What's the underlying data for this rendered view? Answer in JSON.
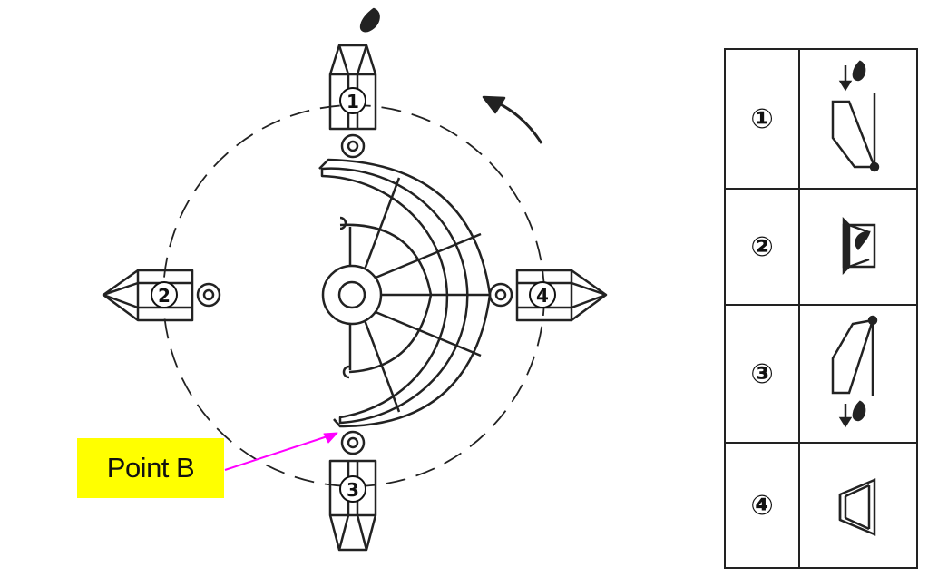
{
  "labels": {
    "point_b": "Point B"
  },
  "stations": [
    {
      "id": 1,
      "glyph": "①"
    },
    {
      "id": 2,
      "glyph": "②"
    },
    {
      "id": 3,
      "glyph": "③"
    },
    {
      "id": 4,
      "glyph": "④"
    }
  ],
  "legend": [
    {
      "glyph": "①",
      "icon": "mold-fill-down-icon"
    },
    {
      "glyph": "②",
      "icon": "mold-open-pour-icon"
    },
    {
      "glyph": "③",
      "icon": "mold-tilt-dump-icon"
    },
    {
      "glyph": "④",
      "icon": "mold-closed-icon"
    }
  ],
  "colors": {
    "highlight": "#ffff00",
    "arrow": "#ff00ff",
    "line": "#222222"
  }
}
